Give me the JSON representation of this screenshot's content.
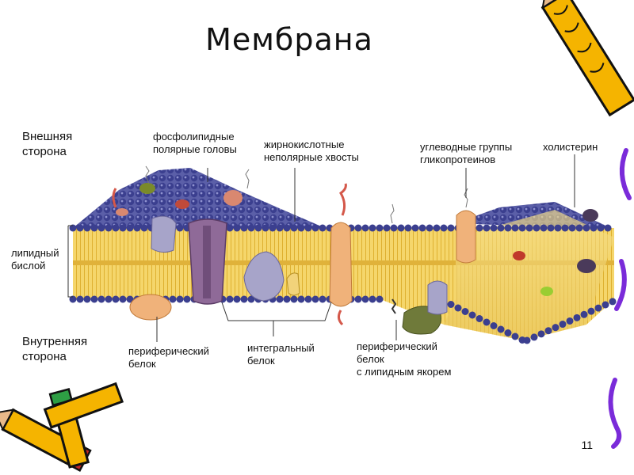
{
  "title": "Мембрана",
  "page_number": "11",
  "labels": {
    "outer_side": "Внешняя\nсторона",
    "inner_side": "Внутренняя\nсторона",
    "bilayer": "липидный\nбислой",
    "phospholipid_heads": "фосфолипидные\nполярные головы",
    "fatty_tails": "жирнокислотные\nнеполярные хвосты",
    "carbohydrate_groups": "углеводные группы\nгликопротеинов",
    "cholesterol": "холистерин",
    "peripheral_protein": "периферический\nбелок",
    "integral_protein": "интегральный\nбелок",
    "anchored_protein": "периферический\nбелок\nс липидным якорем"
  },
  "colors": {
    "lipid_head": "#3b3f8f",
    "tail": "#f2c94c",
    "protein_purple": "#8f6a98",
    "protein_lilac": "#a7a4c9",
    "protein_peach": "#f0b27a",
    "protein_green": "#6f7a3a",
    "pencil": "#f5b400",
    "squiggle": "#7a2bd9"
  }
}
